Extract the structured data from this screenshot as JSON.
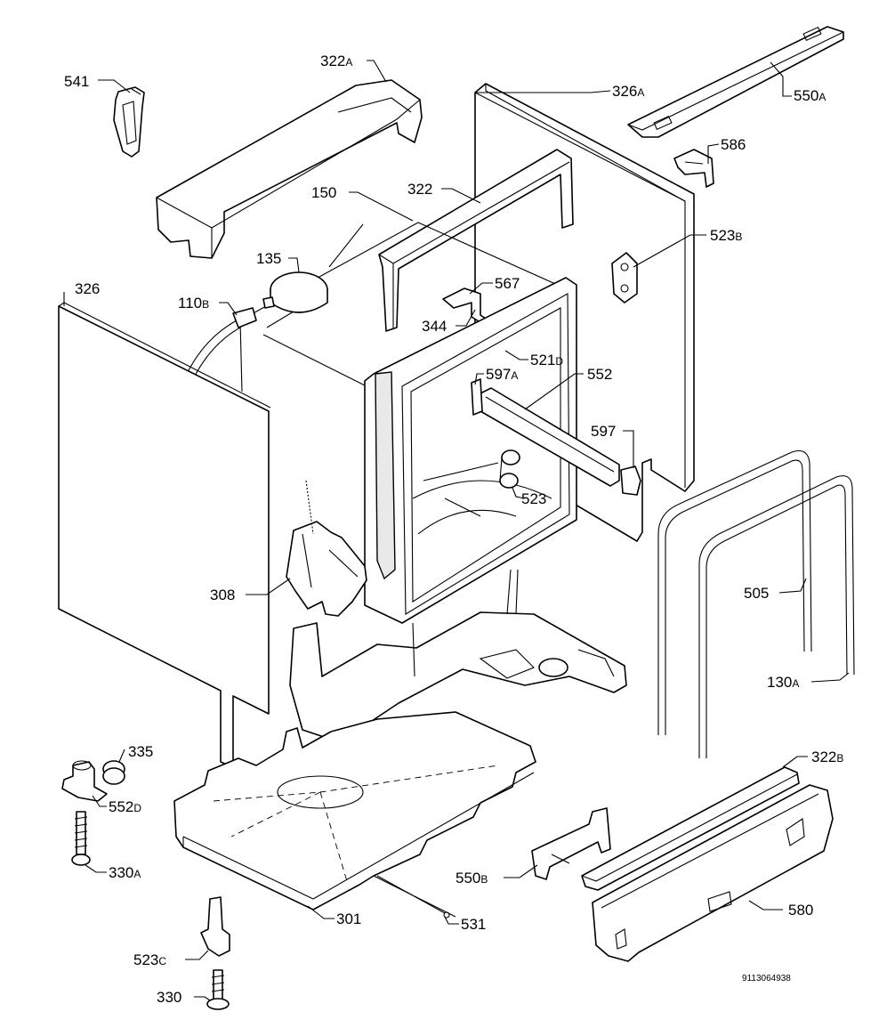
{
  "diagram": {
    "type": "exploded-parts-view",
    "drawing_code": "9113064938",
    "line_color": "#000000",
    "background": "#ffffff",
    "parts": [
      {
        "id": "541",
        "num": "541",
        "suffix": ""
      },
      {
        "id": "322A",
        "num": "322",
        "suffix": "A"
      },
      {
        "id": "326A",
        "num": "326",
        "suffix": "A"
      },
      {
        "id": "550A",
        "num": "550",
        "suffix": "A"
      },
      {
        "id": "586",
        "num": "586",
        "suffix": ""
      },
      {
        "id": "150",
        "num": "150",
        "suffix": ""
      },
      {
        "id": "322",
        "num": "322",
        "suffix": ""
      },
      {
        "id": "523B",
        "num": "523",
        "suffix": "B"
      },
      {
        "id": "135",
        "num": "135",
        "suffix": ""
      },
      {
        "id": "567",
        "num": "567",
        "suffix": ""
      },
      {
        "id": "326",
        "num": "326",
        "suffix": ""
      },
      {
        "id": "110B",
        "num": "110",
        "suffix": "B"
      },
      {
        "id": "344",
        "num": "344",
        "suffix": ""
      },
      {
        "id": "521D",
        "num": "521",
        "suffix": "D"
      },
      {
        "id": "597A",
        "num": "597",
        "suffix": "A"
      },
      {
        "id": "552",
        "num": "552",
        "suffix": ""
      },
      {
        "id": "597",
        "num": "597",
        "suffix": ""
      },
      {
        "id": "523",
        "num": "523",
        "suffix": ""
      },
      {
        "id": "308",
        "num": "308",
        "suffix": ""
      },
      {
        "id": "505",
        "num": "505",
        "suffix": ""
      },
      {
        "id": "130A",
        "num": "130",
        "suffix": "A"
      },
      {
        "id": "335",
        "num": "335",
        "suffix": ""
      },
      {
        "id": "322B",
        "num": "322",
        "suffix": "B"
      },
      {
        "id": "552D",
        "num": "552",
        "suffix": "D"
      },
      {
        "id": "330A",
        "num": "330",
        "suffix": "A"
      },
      {
        "id": "550B",
        "num": "550",
        "suffix": "B"
      },
      {
        "id": "580",
        "num": "580",
        "suffix": ""
      },
      {
        "id": "301",
        "num": "301",
        "suffix": ""
      },
      {
        "id": "531",
        "num": "531",
        "suffix": ""
      },
      {
        "id": "523C",
        "num": "523",
        "suffix": "C"
      },
      {
        "id": "330",
        "num": "330",
        "suffix": ""
      }
    ]
  }
}
